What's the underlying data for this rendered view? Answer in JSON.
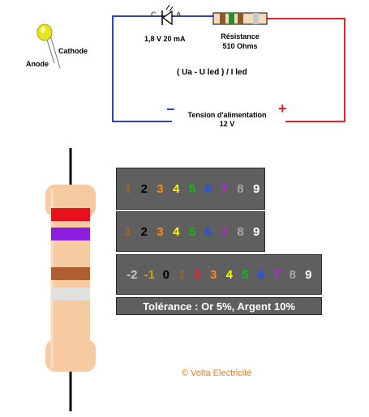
{
  "circuit": {
    "led_label_cathode_letter": "C",
    "led_label_anode_letter": "A",
    "led_rating": "1,8 V 20 mA",
    "resistor_title": "Résistance",
    "resistor_value": "510 Ohms",
    "formula": "( Ua - U led ) / I led",
    "minus_sign": "−",
    "plus_sign": "+",
    "supply_title": "Tension d'alimentation",
    "supply_value": "12 V",
    "colors": {
      "positive_wire": "#e8202a",
      "negative_wire": "#2b3fc8"
    }
  },
  "led": {
    "cathode_label": "Cathode",
    "anode_label": "Anode",
    "color": "#e6e620"
  },
  "resistor": {
    "bands": [
      {
        "name": "red",
        "color": "#e8101a"
      },
      {
        "name": "violet",
        "color": "#8c1ee0"
      },
      {
        "name": "brown",
        "color": "#b06030"
      },
      {
        "name": "silver",
        "color": "#e0e0e0"
      }
    ],
    "body_color": "#f7cba2"
  },
  "digit_rows": [
    {
      "digits": [
        {
          "text": "1",
          "color": "#a0661e"
        },
        {
          "text": "2",
          "color": "#000000"
        },
        {
          "text": "3",
          "color": "#ff8a1a"
        },
        {
          "text": "4",
          "color": "#ffff00"
        },
        {
          "text": "5",
          "color": "#10c010"
        },
        {
          "text": "6",
          "color": "#1e50ff"
        },
        {
          "text": "7",
          "color": "#c020e0"
        },
        {
          "text": "8",
          "color": "#a8a8a8"
        },
        {
          "text": "9",
          "color": "#ffffff"
        }
      ]
    },
    {
      "digits": [
        {
          "text": "1",
          "color": "#a0661e"
        },
        {
          "text": "2",
          "color": "#000000"
        },
        {
          "text": "3",
          "color": "#ff8a1a"
        },
        {
          "text": "4",
          "color": "#ffff00"
        },
        {
          "text": "5",
          "color": "#10c010"
        },
        {
          "text": "6",
          "color": "#1e50ff"
        },
        {
          "text": "7",
          "color": "#c020e0"
        },
        {
          "text": "8",
          "color": "#a8a8a8"
        },
        {
          "text": "9",
          "color": "#ffffff"
        }
      ]
    },
    {
      "digits": [
        {
          "text": "-2",
          "color": "#c8c8c8"
        },
        {
          "text": "-1",
          "color": "#c8a020"
        },
        {
          "text": "0",
          "color": "#000000"
        },
        {
          "text": "1",
          "color": "#a0661e"
        },
        {
          "text": "2",
          "color": "#ff1a1a"
        },
        {
          "text": "3",
          "color": "#ff8a1a"
        },
        {
          "text": "4",
          "color": "#ffff00"
        },
        {
          "text": "5",
          "color": "#10c010"
        },
        {
          "text": "6",
          "color": "#1e50ff"
        },
        {
          "text": "7",
          "color": "#c020e0"
        },
        {
          "text": "8",
          "color": "#a8a8a8"
        },
        {
          "text": "9",
          "color": "#ffffff"
        }
      ]
    }
  ],
  "tolerance": "Tolérance : Or 5%, Argent 10%",
  "copyright": "© Volta Electricité"
}
